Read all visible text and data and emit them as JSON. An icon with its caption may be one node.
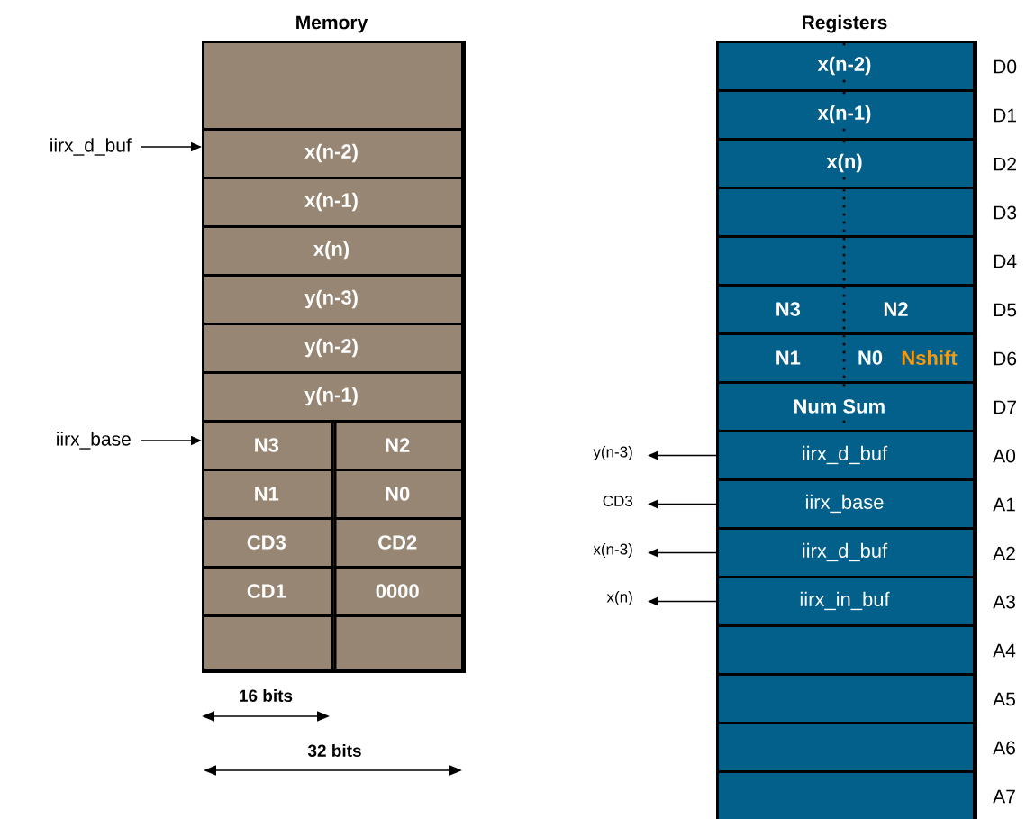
{
  "diagram": {
    "nodes": [
      {
        "text": [
          "Memory"
        ]
      },
      {
        "text": [],
        "shape": "box",
        "in": 0
      },
      {
        "text": [
          "x(n-2)"
        ],
        "in": 0
      },
      {
        "text": [
          "x(n-1)"
        ],
        "in": 0
      },
      {
        "text": [
          "x(n)"
        ],
        "in": 0
      },
      {
        "text": [
          "y(n-3)"
        ],
        "in": 0
      },
      {
        "text": [
          "y(n-2)"
        ],
        "in": 0
      },
      {
        "text": [
          "y(n-1)"
        ],
        "in": 0
      },
      {
        "text": [
          "N3"
        ],
        "in": 0
      },
      {
        "text": [
          "N2"
        ],
        "in": 0
      },
      {
        "text": [
          "N1"
        ],
        "in": 0
      },
      {
        "text": [
          "N0"
        ],
        "in": 0
      },
      {
        "text": [
          "CD3"
        ],
        "in": 0
      },
      {
        "text": [
          "CD2"
        ],
        "in": 0
      },
      {
        "text": [
          "CD1"
        ],
        "in": 0
      },
      {
        "text": [
          "0000"
        ],
        "in": 0
      },
      {
        "text": [],
        "shape": "box",
        "in": 0
      },
      {
        "text": [],
        "shape": "box",
        "in": 0
      },
      {
        "text": [
          "iirx_d_buf"
        ]
      },
      {
        "text": [
          "iirx_base"
        ]
      },
      {
        "text": [
          "Registers"
        ]
      },
      {
        "text": [
          "x(n-2)"
        ],
        "beside": [
          "D0"
        ],
        "in": 20
      },
      {
        "text": [
          "x(n-1)"
        ],
        "beside": [
          "D1"
        ],
        "in": 20
      },
      {
        "text": [
          "x(n)"
        ],
        "beside": [
          "D2"
        ],
        "in": 20
      },
      {
        "text": [],
        "shape": "box",
        "beside": [
          "D3"
        ],
        "in": 20
      },
      {
        "text": [],
        "shape": "box",
        "beside": [
          "D4"
        ],
        "in": 20
      },
      {
        "text": [
          "N3",
          "N2"
        ],
        "beside": [
          "D5"
        ],
        "in": 20
      },
      {
        "text": [
          "N1",
          "N0",
          "Nshift"
        ],
        "beside": [
          "D6"
        ],
        "in": 20
      },
      {
        "text": [
          "Num Sum"
        ],
        "beside": [
          "D7"
        ],
        "in": 20
      },
      {
        "text": [
          "iirx_d_buf"
        ],
        "beside": [
          "A0"
        ],
        "in": 20
      },
      {
        "text": [
          "iirx_base"
        ],
        "beside": [
          "A1"
        ],
        "in": 20
      },
      {
        "text": [
          "iirx_d_buf"
        ],
        "beside": [
          "A2"
        ],
        "in": 20
      },
      {
        "text": [
          "iirx_in_buf"
        ],
        "beside": [
          "A3"
        ],
        "in": 20
      },
      {
        "text": [],
        "shape": "box",
        "beside": [
          "A4"
        ],
        "in": 20
      },
      {
        "text": [],
        "shape": "box",
        "beside": [
          "A5"
        ],
        "in": 20
      },
      {
        "text": [],
        "shape": "box",
        "beside": [
          "A6"
        ],
        "in": 20
      },
      {
        "text": [],
        "shape": "box",
        "beside": [
          "A7"
        ],
        "in": 20
      },
      {
        "text": [
          "y(n-3)"
        ]
      },
      {
        "text": [
          "CD3"
        ]
      },
      {
        "text": [
          "x(n-3)"
        ]
      },
      {
        "text": [
          "x(n)"
        ]
      }
    ],
    "edges": [
      {
        "from": 18,
        "to": 2,
        "arrow": "to"
      },
      {
        "from": 19,
        "to": 8,
        "arrow": "to"
      },
      {
        "from": 29,
        "to": 37,
        "arrow": "to"
      },
      {
        "from": 30,
        "to": 38,
        "arrow": "to"
      },
      {
        "from": 31,
        "to": 39,
        "arrow": "to"
      },
      {
        "from": 32,
        "to": 40,
        "arrow": "to"
      }
    ],
    "labels": [
      "16 bits",
      "32 bits"
    ]
  }
}
